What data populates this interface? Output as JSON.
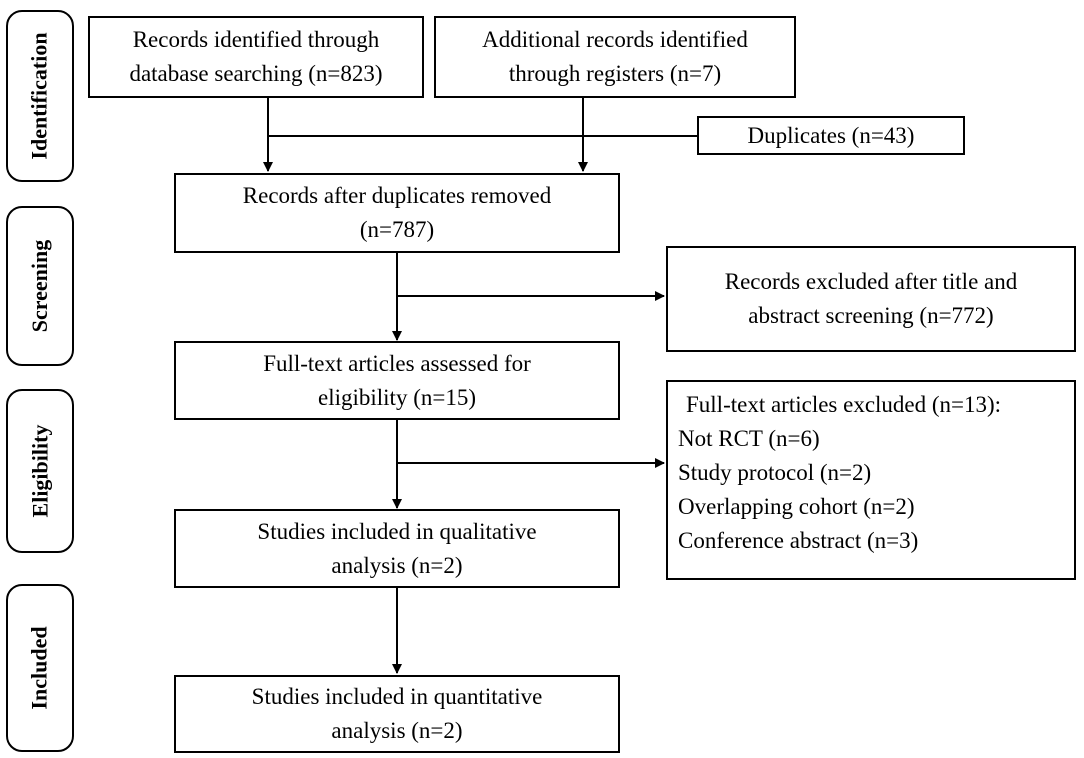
{
  "stages": {
    "identification": "Identification",
    "screening": "Screening",
    "eligibility": "Eligibility",
    "included": "Included"
  },
  "boxes": {
    "database": {
      "line1": "Records identified through",
      "line2": "database searching (n=823)"
    },
    "registers": {
      "line1": "Additional records identified",
      "line2": "through registers (n=7)"
    },
    "duplicates": {
      "line1": "Duplicates (n=43)"
    },
    "after_duplicates": {
      "line1": "Records after duplicates removed",
      "line2": "(n=787)"
    },
    "excluded_screening": {
      "line1": "Records excluded after title and",
      "line2": "abstract screening (n=772)"
    },
    "full_text": {
      "line1": "Full-text articles assessed for",
      "line2": "eligibility (n=15)"
    },
    "excluded_full_text": {
      "heading": "Full-text articles excluded (n=13):",
      "items": [
        "Not RCT (n=6)",
        "Study protocol (n=2)",
        "Overlapping cohort (n=2)",
        "Conference abstract (n=3)"
      ]
    },
    "qualitative": {
      "line1": "Studies included in qualitative",
      "line2": "analysis (n=2)"
    },
    "quantitative": {
      "line1": "Studies included in quantitative",
      "line2": "analysis (n=2)"
    }
  }
}
